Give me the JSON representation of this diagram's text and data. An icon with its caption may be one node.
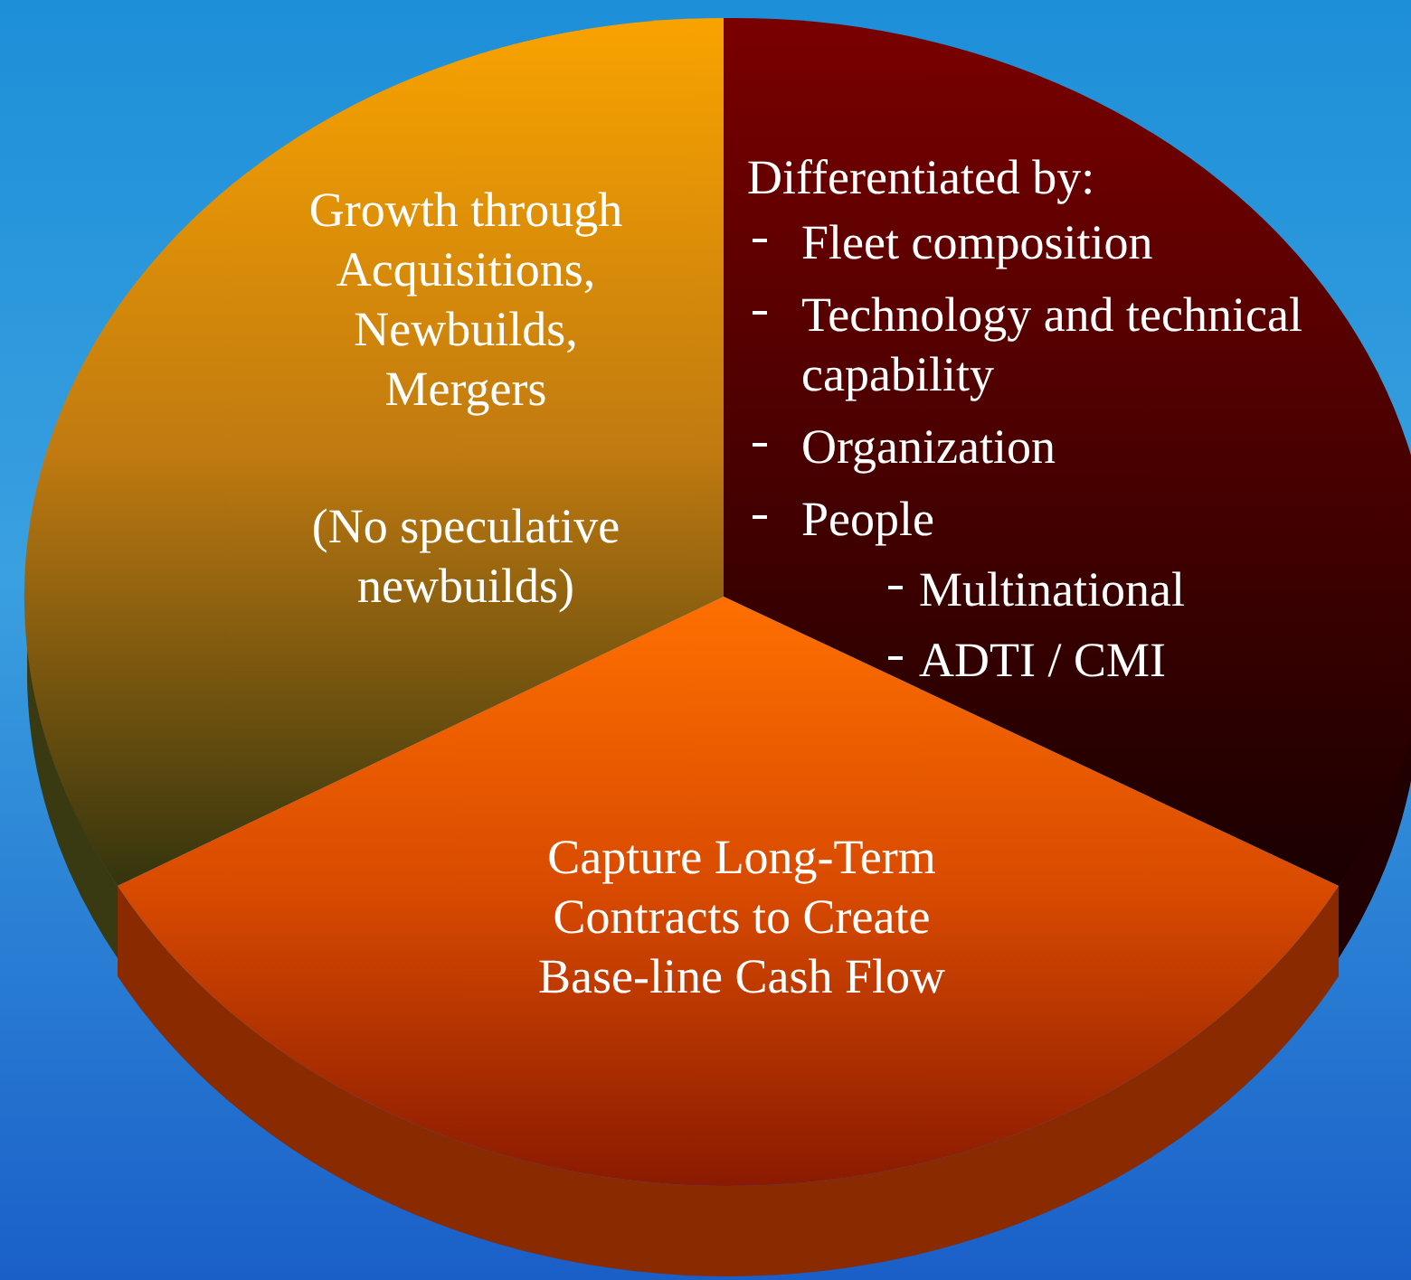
{
  "diagram": {
    "nodes": [
      {
        "text": [
          "Growth through Acquisitions, Newbuilds, Mergers",
          "(No speculative newbuilds)"
        ]
      },
      {
        "text": [
          "Differentiated by:",
          "Fleet composition",
          "Technology and technical capability",
          "Organization",
          "People",
          "Multinational",
          "ADTI / CMI"
        ]
      },
      {
        "text": [
          "Capture Long-Term Contracts to Create Base-line Cash Flow"
        ]
      }
    ]
  }
}
